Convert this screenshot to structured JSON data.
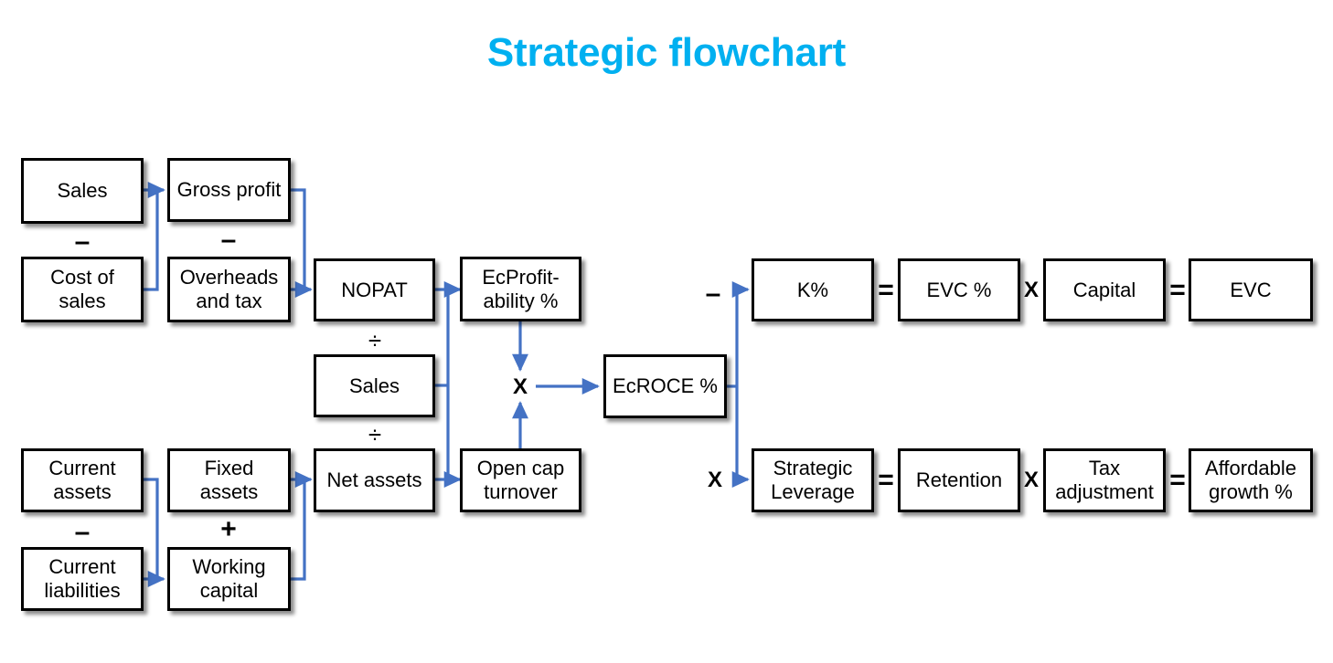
{
  "title": "Strategic flowchart",
  "theme": {
    "title_color": "#00B0F0",
    "connector_color": "#4472C4",
    "box_border_color": "#000000",
    "box_fill_color": "#FFFFFF",
    "text_color": "#000000",
    "background": "#FFFFFF"
  },
  "diagram": {
    "type": "flowchart",
    "nodes": [
      {
        "id": "sales_top",
        "label": "Sales"
      },
      {
        "id": "cost_of_sales",
        "label": "Cost of sales"
      },
      {
        "id": "gross_profit",
        "label": "Gross profit"
      },
      {
        "id": "overheads_tax",
        "label": "Overheads and tax"
      },
      {
        "id": "nopat",
        "label": "NOPAT"
      },
      {
        "id": "sales_mid",
        "label": "Sales"
      },
      {
        "id": "net_assets",
        "label": "Net assets"
      },
      {
        "id": "ecprofitability",
        "label": "EcProfit-ability %"
      },
      {
        "id": "open_cap",
        "label": "Open cap turnover"
      },
      {
        "id": "ecroce",
        "label": "EcROCE %"
      },
      {
        "id": "current_assets",
        "label": "Current assets"
      },
      {
        "id": "current_liab",
        "label": "Current liabilities"
      },
      {
        "id": "fixed_assets",
        "label": "Fixed assets"
      },
      {
        "id": "working_capital",
        "label": "Working capital"
      },
      {
        "id": "k_pct",
        "label": "K%"
      },
      {
        "id": "evc_pct",
        "label": "EVC %"
      },
      {
        "id": "capital",
        "label": "Capital"
      },
      {
        "id": "evc",
        "label": "EVC"
      },
      {
        "id": "strategic_lev",
        "label": "Strategic Leverage"
      },
      {
        "id": "retention",
        "label": "Retention"
      },
      {
        "id": "tax_adjustment",
        "label": "Tax adjustment"
      },
      {
        "id": "affordable_growth",
        "label": "Affordable growth %"
      }
    ],
    "operators": [
      {
        "id": "op_sales_minus_cos",
        "symbol": "–",
        "meaning": "minus",
        "between": [
          "sales_top",
          "cost_of_sales"
        ]
      },
      {
        "id": "op_gp_minus_oh",
        "symbol": "–",
        "meaning": "minus",
        "between": [
          "gross_profit",
          "overheads_tax"
        ]
      },
      {
        "id": "op_nopat_div_sales",
        "symbol": "÷",
        "meaning": "divide",
        "between": [
          "nopat",
          "sales_mid"
        ]
      },
      {
        "id": "op_sales_div_netassets",
        "symbol": "÷",
        "meaning": "divide",
        "between": [
          "sales_mid",
          "net_assets"
        ]
      },
      {
        "id": "op_ca_minus_cl",
        "symbol": "–",
        "meaning": "minus",
        "between": [
          "current_assets",
          "current_liab"
        ]
      },
      {
        "id": "op_fa_plus_wc",
        "symbol": "+",
        "meaning": "plus",
        "between": [
          "fixed_assets",
          "working_capital"
        ]
      },
      {
        "id": "op_times_ecroce",
        "symbol": "X",
        "meaning": "multiply",
        "between": [
          "ecprofitability",
          "open_cap"
        ]
      },
      {
        "id": "op_minus_ecroce_k",
        "symbol": "–",
        "meaning": "minus",
        "between": [
          "ecroce",
          "k_pct"
        ]
      },
      {
        "id": "op_times_ecroce_lev",
        "symbol": "X",
        "meaning": "multiply",
        "between": [
          "ecroce",
          "strategic_lev"
        ]
      },
      {
        "id": "op_eq_k_evcpct",
        "symbol": "=",
        "meaning": "equals",
        "between": [
          "k_pct",
          "evc_pct"
        ]
      },
      {
        "id": "op_times_evcpct_capital",
        "symbol": "X",
        "meaning": "multiply",
        "between": [
          "evc_pct",
          "capital"
        ]
      },
      {
        "id": "op_eq_capital_evc",
        "symbol": "=",
        "meaning": "equals",
        "between": [
          "capital",
          "evc"
        ]
      },
      {
        "id": "op_eq_lev_retention",
        "symbol": "=",
        "meaning": "equals",
        "between": [
          "strategic_lev",
          "retention"
        ]
      },
      {
        "id": "op_times_ret_tax",
        "symbol": "X",
        "meaning": "multiply",
        "between": [
          "retention",
          "tax_adjustment"
        ]
      },
      {
        "id": "op_eq_tax_growth",
        "symbol": "=",
        "meaning": "equals",
        "between": [
          "tax_adjustment",
          "affordable_growth"
        ]
      }
    ],
    "edges": [
      {
        "from": "sales_top",
        "to": "gross_profit"
      },
      {
        "from": "cost_of_sales",
        "to": "gross_profit"
      },
      {
        "from": "gross_profit",
        "to": "nopat"
      },
      {
        "from": "overheads_tax",
        "to": "nopat"
      },
      {
        "from": "nopat",
        "to": "ecprofitability"
      },
      {
        "from": "sales_mid",
        "to": "ecprofitability"
      },
      {
        "from": "sales_mid",
        "to": "open_cap"
      },
      {
        "from": "net_assets",
        "to": "open_cap"
      },
      {
        "from": "ecprofitability",
        "to": "op_times_ecroce"
      },
      {
        "from": "open_cap",
        "to": "op_times_ecroce"
      },
      {
        "from": "op_times_ecroce",
        "to": "ecroce"
      },
      {
        "from": "current_assets",
        "to": "working_capital"
      },
      {
        "from": "current_liab",
        "to": "working_capital"
      },
      {
        "from": "fixed_assets",
        "to": "net_assets"
      },
      {
        "from": "working_capital",
        "to": "net_assets"
      },
      {
        "from": "ecroce",
        "to": "k_pct"
      },
      {
        "from": "ecroce",
        "to": "strategic_lev"
      }
    ]
  }
}
